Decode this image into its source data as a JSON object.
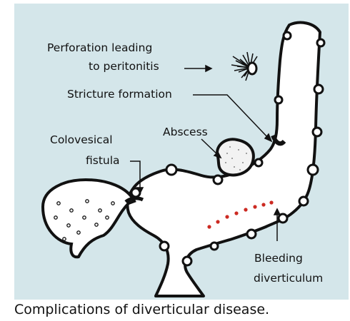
{
  "labels": {
    "perforation": [
      "Perforation leading",
      "to peritonitis"
    ],
    "stricture": "Stricture formation",
    "abscess": "Abscess",
    "colovesical": [
      "Colovesical",
      "fistula"
    ],
    "bleeding": [
      "Bleeding",
      "diverticulum"
    ]
  },
  "caption": "Complications of diverticular disease.",
  "colors": {
    "background_panel": "#d4e6ea",
    "outline": "#111111",
    "bleeding_dots": "#cc2a22"
  }
}
